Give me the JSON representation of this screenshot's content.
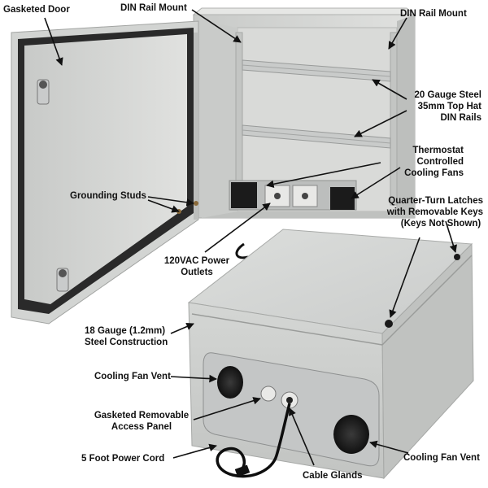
{
  "callouts": {
    "gasketed_door": "Gasketed Door",
    "din_rail_mount_left": "DIN Rail Mount",
    "din_rail_mount_right": "DIN Rail Mount",
    "din_rails_line1": "20 Gauge Steel",
    "din_rails_line2": "35mm Top Hat",
    "din_rails_line3": "DIN Rails",
    "thermostat_line1": "Thermostat",
    "thermostat_line2": "Controlled",
    "thermostat_line3": "Cooling Fans",
    "grounding_studs": "Grounding Studs",
    "latches_line1": "Quarter-Turn Latches",
    "latches_line2": "with Removable Keys",
    "latches_note": "(Keys Not Shown)",
    "outlets_line1": "120VAC Power",
    "outlets_line2": "Outlets",
    "steel_line1": "18 Gauge (1.2mm)",
    "steel_line2": "Steel Construction",
    "fan_vent_left": "Cooling Fan Vent",
    "panel_line1": "Gasketed Removable",
    "panel_line2": "Access Panel",
    "power_cord": "5 Foot Power Cord",
    "cable_glands": "Cable Glands",
    "fan_vent_right": "Cooling Fan Vent"
  },
  "colors": {
    "enclosure_body": "#d6d8d6",
    "enclosure_shadow": "#b9bbb9",
    "door_panel": "#e4e5e3",
    "gasket": "#2a2a2a",
    "din_rail": "#c9cbca",
    "access_panel": "#c4c6c6",
    "vent": "#1e1e1e",
    "label_text": "#111111"
  }
}
